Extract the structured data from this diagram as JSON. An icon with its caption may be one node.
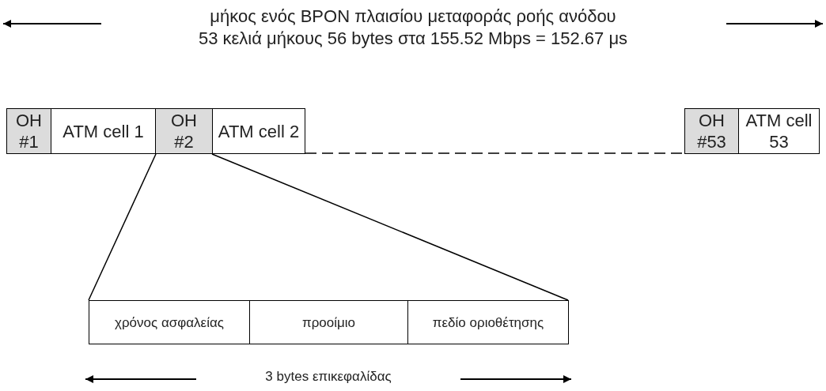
{
  "diagram": {
    "nodes": [
      {
        "text": [
          "OH #1"
        ]
      },
      {
        "text": [
          "ATM cell 1"
        ]
      },
      {
        "text": [
          "OH #2"
        ]
      },
      {
        "text": [
          "ATM cell 2"
        ]
      },
      {
        "text": [
          "OH #53"
        ]
      },
      {
        "text": [
          "ATM cell 53"
        ]
      },
      {
        "text": [
          "χρόνος ασφαλείας"
        ]
      },
      {
        "text": [
          "προοίμιο"
        ]
      },
      {
        "text": [
          "πεδίο οριοθέτησης"
        ]
      }
    ],
    "edges": [
      {
        "from": 3,
        "to": 4,
        "arrow": "none",
        "style": "dashed"
      },
      {
        "from": 2,
        "to": 6,
        "arrow": "none"
      },
      {
        "from": 2,
        "to": 8,
        "arrow": "none"
      }
    ],
    "labels": [
      "μήκος ενός BPON πλαισίου μεταφοράς ροής ανόδου",
      "53 κελιά μήκους 56 bytes στα 155.52 Mbps = 152.67 μs",
      "3 bytes επικεφαλίδας"
    ]
  }
}
